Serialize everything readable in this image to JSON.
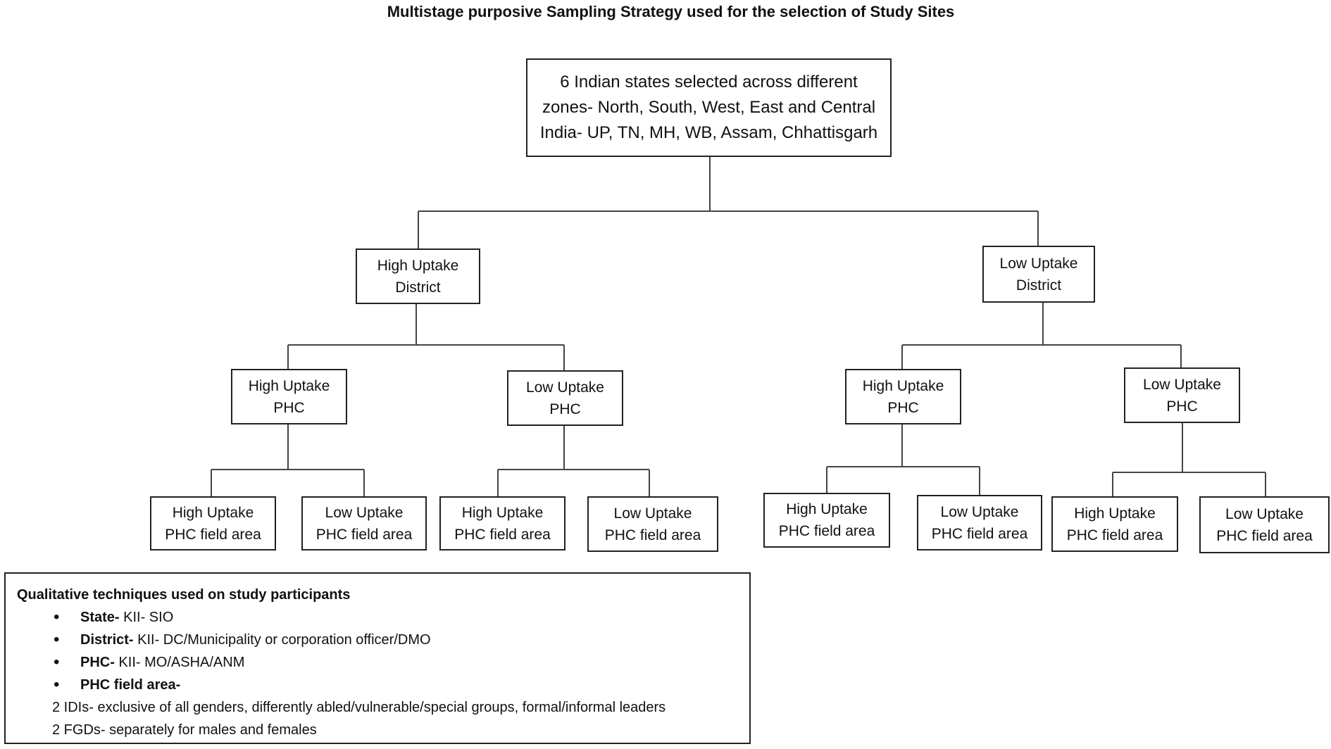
{
  "title": "Multistage purposive Sampling Strategy used for the selection of Study Sites",
  "root": {
    "lines": [
      "6 Indian states selected across different",
      "zones- North, South, West, East and Central",
      "India- UP, TN, MH, WB, Assam, Chhattisgarh"
    ]
  },
  "districts": [
    {
      "lines": [
        "High Uptake",
        "District"
      ],
      "phcs": [
        {
          "lines": [
            "High Uptake",
            "PHC"
          ],
          "field_areas": [
            {
              "lines": [
                "High Uptake",
                "PHC field area"
              ]
            },
            {
              "lines": [
                "Low Uptake",
                "PHC field area"
              ]
            }
          ]
        },
        {
          "lines": [
            "Low Uptake",
            "PHC"
          ],
          "field_areas": [
            {
              "lines": [
                "High Uptake",
                "PHC field area"
              ]
            },
            {
              "lines": [
                "Low Uptake",
                "PHC field area"
              ]
            }
          ]
        }
      ]
    },
    {
      "lines": [
        "Low Uptake",
        "District"
      ],
      "phcs": [
        {
          "lines": [
            "High Uptake",
            "PHC"
          ],
          "field_areas": [
            {
              "lines": [
                "High Uptake",
                "PHC field area"
              ]
            },
            {
              "lines": [
                "Low Uptake",
                "PHC field area"
              ]
            }
          ]
        },
        {
          "lines": [
            "Low Uptake",
            "PHC"
          ],
          "field_areas": [
            {
              "lines": [
                "High Uptake",
                "PHC field area"
              ]
            },
            {
              "lines": [
                "Low Uptake",
                "PHC field area"
              ]
            }
          ]
        }
      ]
    }
  ],
  "legend": {
    "heading": "Qualitative techniques used on study participants",
    "items": [
      {
        "label": "State-",
        "text": " KII- SIO"
      },
      {
        "label": "District-",
        "text": " KII- DC/Municipality or corporation officer/DMO"
      },
      {
        "label": "PHC-",
        "text": " KII- MO/ASHA/ANM"
      },
      {
        "label": "PHC field area-",
        "text": ""
      }
    ],
    "notes": [
      "2 IDIs- exclusive of all genders, differently abled/vulnerable/special groups, formal/informal leaders",
      "2 FGDs- separately for males and females"
    ]
  }
}
